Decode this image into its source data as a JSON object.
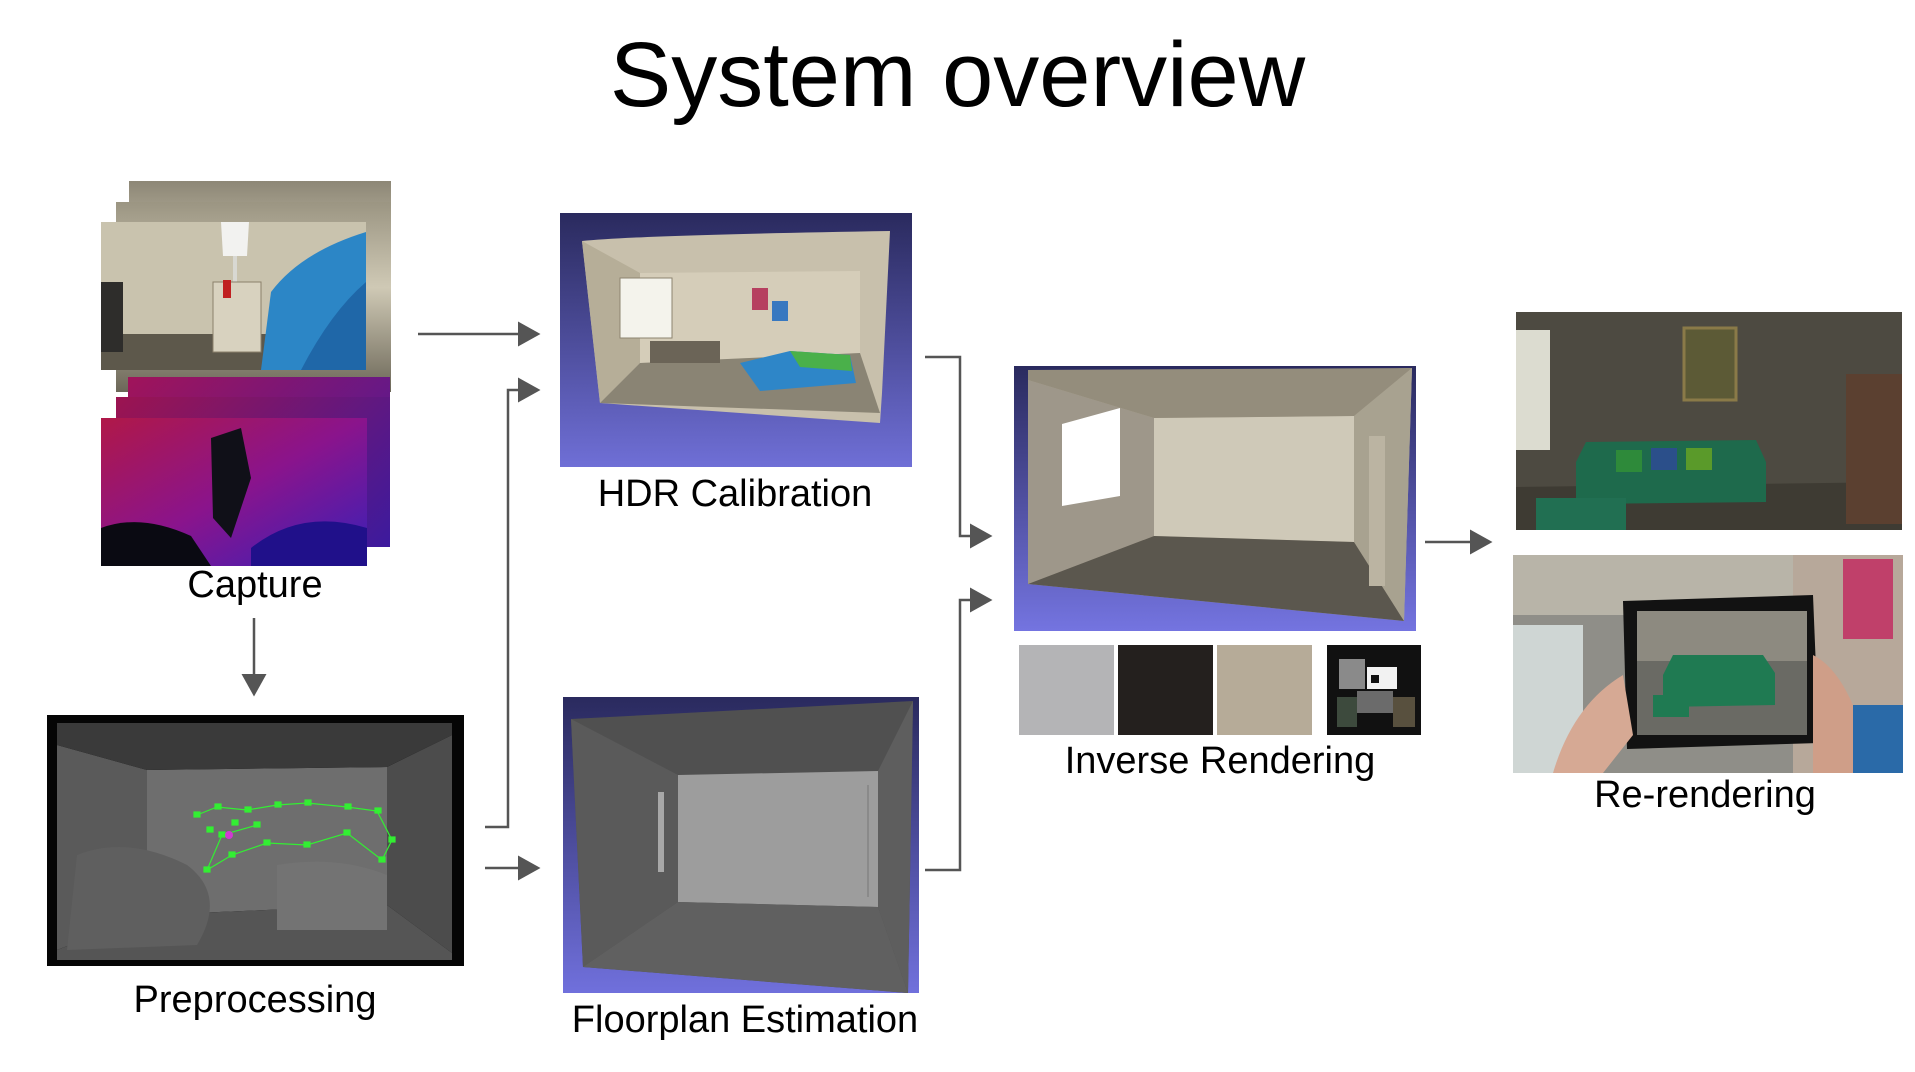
{
  "title": "System overview",
  "stages": {
    "capture": "Capture",
    "preprocessing": "Preprocessing",
    "hdr": "HDR Calibration",
    "floorplan": "Floorplan Estimation",
    "inverse": "Inverse Rendering",
    "rerender": "Re-rendering"
  },
  "swatches": [
    "#b4b4b6",
    "#24201e",
    "#b6ab98"
  ],
  "colors": {
    "arrow": "#555555",
    "point_cloud": "#33ee33",
    "viewer_bg": "#6a6ad4"
  }
}
